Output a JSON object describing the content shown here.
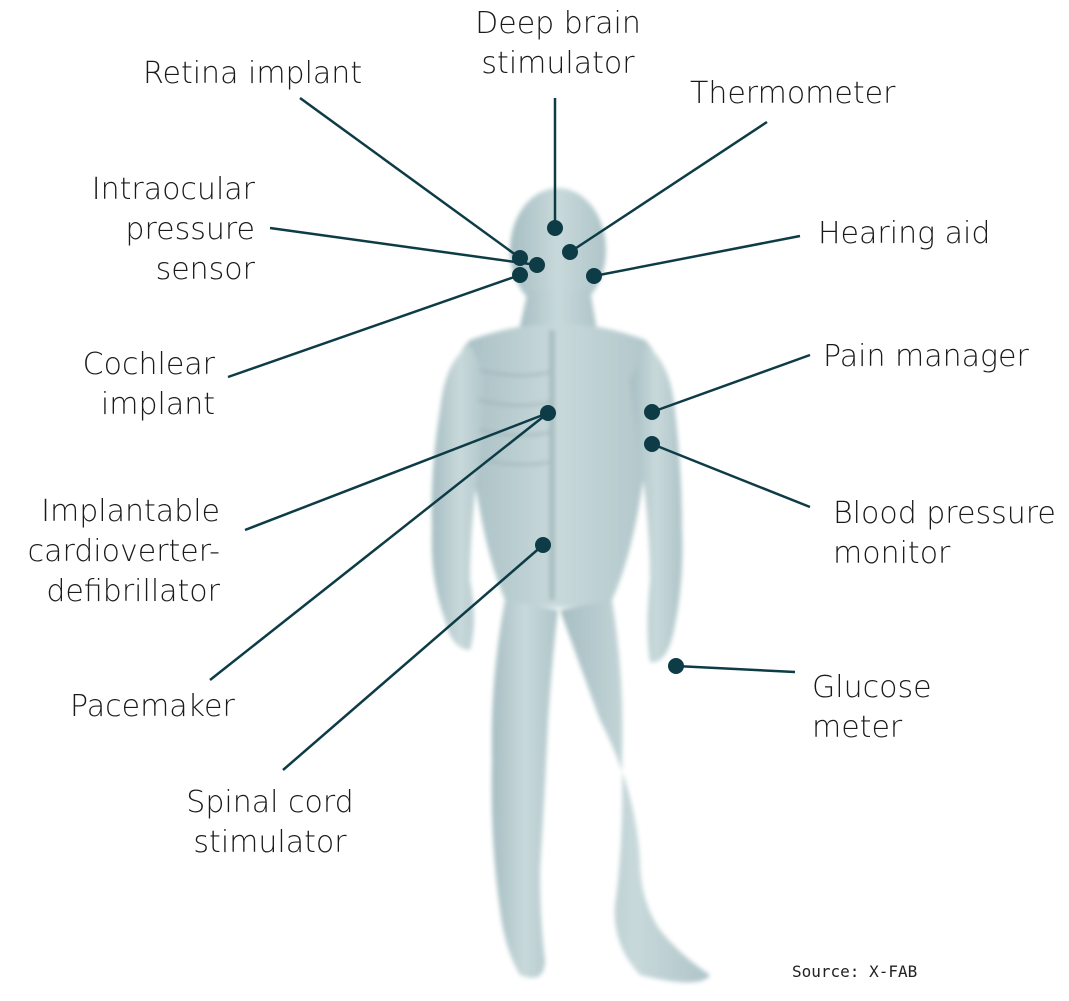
{
  "colors": {
    "leader": "#0d3c46",
    "body_fill": "#b6cccf",
    "body_shadow": "#8fa8ad"
  },
  "labels": {
    "deep_brain": [
      "Deep brain",
      "stimulator"
    ],
    "retina": [
      "Retina implant"
    ],
    "thermometer": [
      "Thermometer"
    ],
    "intraocular": [
      "Intraocular",
      "pressure",
      "sensor"
    ],
    "hearing_aid": [
      "Hearing aid"
    ],
    "cochlear": [
      "Cochlear",
      "implant"
    ],
    "pain_manager": [
      "Pain manager"
    ],
    "icd": [
      "Implantable",
      "cardioverter-",
      "defibrillator"
    ],
    "blood_pressure": [
      "Blood pressure",
      "monitor"
    ],
    "pacemaker": [
      "Pacemaker"
    ],
    "glucose": [
      "Glucose",
      "meter"
    ],
    "spinal_cord": [
      "Spinal cord",
      "stimulator"
    ]
  },
  "source": "Source: X-FAB"
}
